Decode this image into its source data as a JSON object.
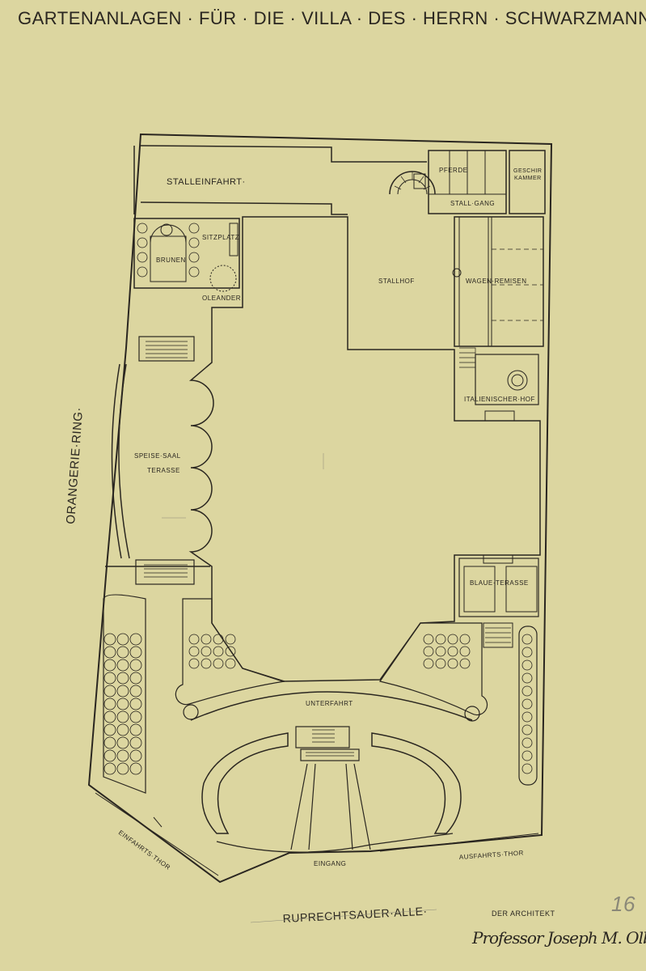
{
  "title": "GARTENANLAGEN · FÜR · DIE · VILLA · DES · HERRN · SCHWARZMANN · STRASSBURG",
  "labels": {
    "stalleinfahrt": "STALLEINFAHRT·",
    "pferde": "PFERDE",
    "geschirrkammer_1": "GESCHIR",
    "geschirrkammer_2": "KAMMER",
    "stallgang": "STALL·GANG",
    "sitzplatz": "SITZPLATZ",
    "brunnen": "BRUNEN",
    "oleander": "OLEANDER",
    "stallhof": "STALLHOF",
    "wagen_remisen": "WAGEN·REMISEN",
    "italienischer_hof": "ITALIENISCHER·HOF",
    "speise_saal": "SPEISE·SAAL",
    "terasse": "TERASSE",
    "blaue_terasse": "BLAUE·TERASSE",
    "unterfahrt": "UNTERFAHRT",
    "eingang": "EINGANG",
    "einfahrts_thor": "EINFAHRTS·THOR",
    "ausfahrts_thor": "AUSFAHRTS·THOR",
    "orangerie_ring": "ORANGERIE·RING·",
    "ruprechtsauer_alle": "RUPRECHTSAUER·ALLE·",
    "der_architekt": "DER ARCHITEKT",
    "sheet_number": "16",
    "signature": "Professor Joseph M. Olbrich"
  },
  "colors": {
    "paper": "#dcd6a0",
    "ink": "#2a2620",
    "pencil": "#8a8878"
  }
}
